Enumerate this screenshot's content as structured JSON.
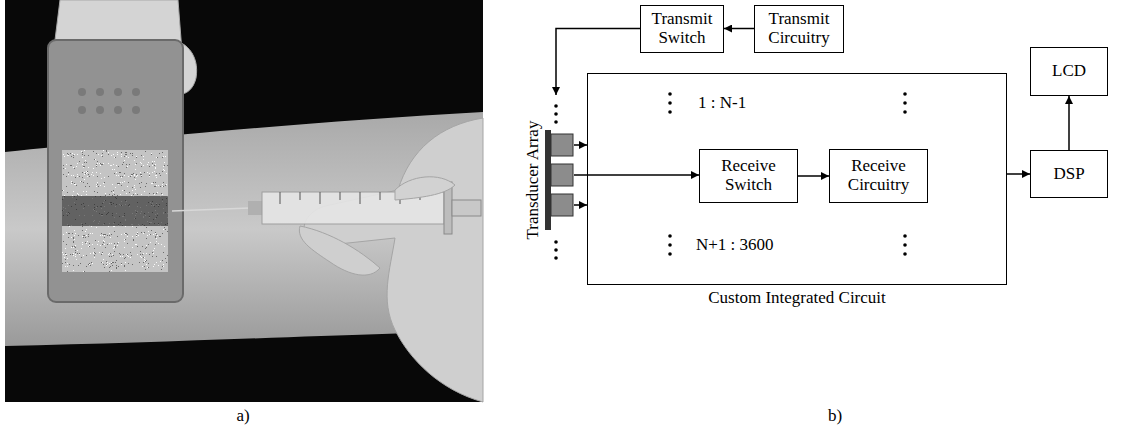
{
  "diagram": {
    "nodes": [
      {
        "text": [
          "Transmit Switch"
        ]
      },
      {
        "text": [
          "Transmit Circuitry"
        ]
      },
      {
        "text": [
          "LCD"
        ]
      },
      {
        "text": [
          "Transducer Array"
        ]
      },
      {
        "text": [
          "Custom Integrated Circuit"
        ]
      },
      {
        "text": [
          "Receive Switch"
        ],
        "in": 4
      },
      {
        "text": [
          "Receive Circuitry"
        ],
        "in": 4
      },
      {
        "text": [
          "DSP"
        ]
      }
    ],
    "edges": [
      {
        "from": 1,
        "to": 0,
        "arrow": "to"
      },
      {
        "from": 0,
        "to": 3,
        "arrow": "to"
      },
      {
        "from": 3,
        "to": 4,
        "arrow": "to"
      },
      {
        "from": 3,
        "to": 5,
        "arrow": "to"
      },
      {
        "from": 3,
        "to": 4,
        "arrow": "to"
      },
      {
        "from": 5,
        "to": 6,
        "arrow": "to"
      },
      {
        "from": 4,
        "to": 7,
        "arrow": "to"
      },
      {
        "from": 7,
        "to": 2,
        "arrow": "to"
      }
    ],
    "labels": [
      "1 : N-1",
      "N+1 : 3600",
      "a)",
      "b)"
    ]
  }
}
